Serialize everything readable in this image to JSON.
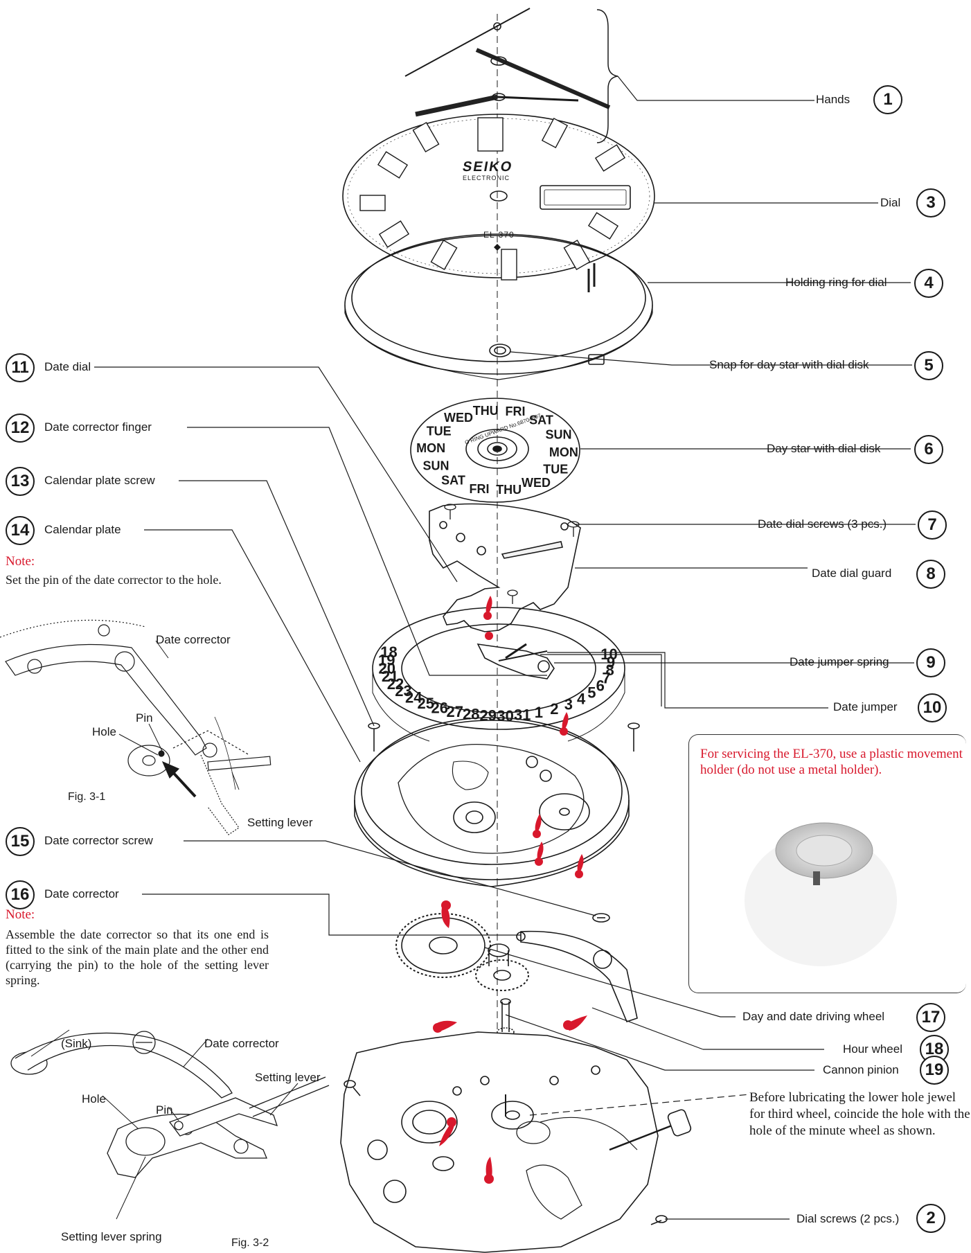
{
  "parts": [
    {
      "num": "1",
      "name": "Hands"
    },
    {
      "num": "2",
      "name": "Dial screws (2 pcs.)"
    },
    {
      "num": "3",
      "name": "Dial"
    },
    {
      "num": "4",
      "name": "Holding ring for dial"
    },
    {
      "num": "5",
      "name": "Snap for day star with dial disk"
    },
    {
      "num": "6",
      "name": "Day star with dial disk"
    },
    {
      "num": "7",
      "name": "Date dial screws (3 pcs.)"
    },
    {
      "num": "8",
      "name": "Date dial guard"
    },
    {
      "num": "9",
      "name": "Date jumper spring"
    },
    {
      "num": "10",
      "name": "Date jumper"
    },
    {
      "num": "11",
      "name": "Date dial"
    },
    {
      "num": "12",
      "name": "Date corrector finger"
    },
    {
      "num": "13",
      "name": "Calendar plate screw"
    },
    {
      "num": "14",
      "name": "Calendar plate"
    },
    {
      "num": "15",
      "name": "Date corrector screw"
    },
    {
      "num": "16",
      "name": "Date corrector"
    },
    {
      "num": "17",
      "name": "Day and date driving wheel"
    },
    {
      "num": "18",
      "name": "Hour wheel"
    },
    {
      "num": "19",
      "name": "Cannon pinion"
    }
  ],
  "notes": {
    "note1_heading": "Note:",
    "note1_text": "Set the pin of the date corrector to the hole.",
    "note2_heading": "Note:",
    "note2_text": "Assemble the date corrector so that its one end is fitted to the sink of the main plate and the other end (carrying the pin) to the hole of the setting lever spring.",
    "service": "For servicing the EL-370, use a plastic movement holder (do not use a metal holder).",
    "lubrication": "Before lubricating the lower hole jewel for third wheel, coincide the hole with the hole of the minute wheel as shown."
  },
  "fig1": {
    "caption": "Fig. 3-1",
    "date_corrector": "Date corrector",
    "pin": "Pin",
    "hole": "Hole",
    "setting_lever": "Setting lever"
  },
  "fig2": {
    "caption": "Fig. 3-2",
    "sink": "(Sink)",
    "date_corrector": "Date corrector",
    "setting_lever": "Setting lever",
    "hole": "Hole",
    "pin": "Pin",
    "setting_lever_spring": "Setting lever spring"
  },
  "dial": {
    "brand": "SEIKO",
    "subbrand": "ELECTRONIC",
    "model": "EL-370"
  },
  "day_disk": {
    "outer_days": [
      "THU",
      "FRI",
      "SAT",
      "SUN",
      "MON",
      "TUE",
      "WED",
      "THU",
      "FRI",
      "SAT",
      "SUN",
      "MON",
      "TUE",
      "WED"
    ],
    "inner_text": "O RING UPWARD  No.68704507"
  },
  "date_dial": {
    "numbers": [
      "18",
      "19",
      "20",
      "21",
      "22",
      "23",
      "24",
      "25",
      "26",
      "27",
      "28",
      "29",
      "30",
      "31",
      "1",
      "2",
      "3",
      "4",
      "5",
      "6",
      "7",
      "8",
      "9",
      "10"
    ]
  },
  "colors": {
    "accent_red": "#d8182c",
    "ink": "#1a1a1a"
  }
}
